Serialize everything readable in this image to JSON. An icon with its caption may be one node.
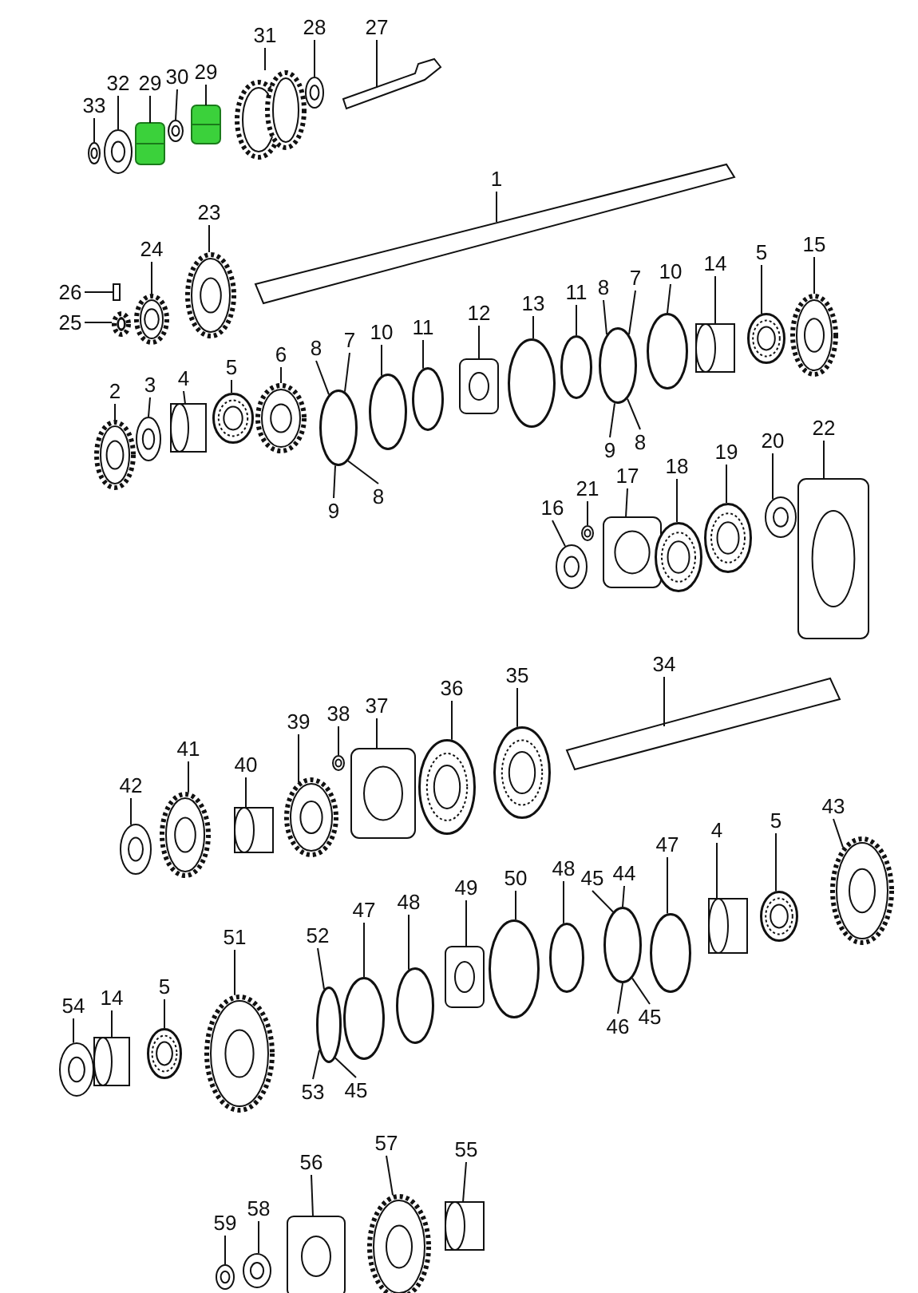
{
  "diagram": {
    "nodes": [
      {
        "text": [
          "33"
        ]
      },
      {
        "text": [
          "32"
        ]
      },
      {
        "text": [
          "29"
        ]
      },
      {
        "text": [
          "30"
        ]
      },
      {
        "text": [
          "29"
        ]
      },
      {
        "text": [
          "31"
        ]
      },
      {
        "text": [
          "28"
        ]
      },
      {
        "text": [
          "27"
        ]
      },
      {
        "text": [
          "1"
        ]
      },
      {
        "text": [
          "23"
        ]
      },
      {
        "text": [
          "24"
        ]
      },
      {
        "text": [
          "15"
        ]
      },
      {
        "text": [
          "26"
        ]
      },
      {
        "text": [
          "25"
        ]
      },
      {
        "text": [
          "5"
        ]
      },
      {
        "text": [
          "14"
        ]
      },
      {
        "text": [
          "10"
        ]
      },
      {
        "text": [
          "7"
        ]
      },
      {
        "text": [
          "8"
        ]
      },
      {
        "text": [
          "11"
        ]
      },
      {
        "text": [
          "13"
        ]
      },
      {
        "text": [
          "12"
        ]
      },
      {
        "text": [
          "2"
        ]
      },
      {
        "text": [
          "3"
        ]
      },
      {
        "text": [
          "4"
        ]
      },
      {
        "text": [
          "5"
        ]
      },
      {
        "text": [
          "6"
        ]
      },
      {
        "text": [
          "8"
        ]
      },
      {
        "text": [
          "7"
        ]
      },
      {
        "text": [
          "10"
        ]
      },
      {
        "text": [
          "11"
        ]
      },
      {
        "text": [
          "9"
        ]
      },
      {
        "text": [
          "8"
        ]
      },
      {
        "text": [
          "22"
        ]
      },
      {
        "text": [
          "20"
        ]
      },
      {
        "text": [
          "19"
        ]
      },
      {
        "text": [
          "18"
        ]
      },
      {
        "text": [
          "17"
        ]
      },
      {
        "text": [
          "21"
        ]
      },
      {
        "text": [
          "16"
        ]
      },
      {
        "text": [
          "9"
        ]
      },
      {
        "text": [
          "8"
        ]
      },
      {
        "text": [
          "34"
        ]
      },
      {
        "text": [
          "35"
        ]
      },
      {
        "text": [
          "36"
        ]
      },
      {
        "text": [
          "37"
        ]
      },
      {
        "text": [
          "38"
        ]
      },
      {
        "text": [
          "39"
        ]
      },
      {
        "text": [
          "41"
        ]
      },
      {
        "text": [
          "40"
        ]
      },
      {
        "text": [
          "42"
        ]
      },
      {
        "text": [
          "43"
        ]
      },
      {
        "text": [
          "47"
        ]
      },
      {
        "text": [
          "4"
        ]
      },
      {
        "text": [
          "5"
        ]
      },
      {
        "text": [
          "44"
        ]
      },
      {
        "text": [
          "45"
        ]
      },
      {
        "text": [
          "48"
        ]
      },
      {
        "text": [
          "50"
        ]
      },
      {
        "text": [
          "49"
        ]
      },
      {
        "text": [
          "48"
        ]
      },
      {
        "text": [
          "47"
        ]
      },
      {
        "text": [
          "52"
        ]
      },
      {
        "text": [
          "51"
        ]
      },
      {
        "text": [
          "54"
        ]
      },
      {
        "text": [
          "14"
        ]
      },
      {
        "text": [
          "5"
        ]
      },
      {
        "text": [
          "46"
        ]
      },
      {
        "text": [
          "45"
        ]
      },
      {
        "text": [
          "53"
        ]
      },
      {
        "text": [
          "45"
        ]
      },
      {
        "text": [
          "57"
        ]
      },
      {
        "text": [
          "56"
        ]
      },
      {
        "text": [
          "55"
        ]
      },
      {
        "text": [
          "58"
        ]
      },
      {
        "text": [
          "59"
        ]
      },
      {
        "text": [],
        "shape": "washer"
      },
      {
        "text": [],
        "shape": "washer"
      },
      {
        "text": [],
        "shape": "bearing"
      },
      {
        "text": [],
        "shape": "washer"
      },
      {
        "text": [],
        "shape": "bearing"
      },
      {
        "text": [],
        "shape": "gear"
      },
      {
        "text": [],
        "shape": "washer"
      },
      {
        "text": [],
        "shape": "shaft"
      },
      {
        "text": [],
        "shape": "shaft"
      },
      {
        "text": [],
        "shape": "gear"
      },
      {
        "text": [],
        "shape": "gear"
      },
      {
        "text": [],
        "shape": "pin"
      },
      {
        "text": [],
        "shape": "gear"
      },
      {
        "text": [],
        "shape": "gear"
      },
      {
        "text": [],
        "shape": "washer"
      },
      {
        "text": [],
        "shape": "sleeve"
      },
      {
        "text": [],
        "shape": "bearing"
      },
      {
        "text": [],
        "shape": "gear"
      },
      {
        "text": [],
        "shape": "ring"
      },
      {
        "text": [],
        "shape": "ring"
      },
      {
        "text": [],
        "shape": "ring"
      },
      {
        "text": [],
        "shape": "hub"
      },
      {
        "text": [],
        "shape": "ring"
      },
      {
        "text": [],
        "shape": "ring"
      },
      {
        "text": [],
        "shape": "ring"
      },
      {
        "text": [],
        "shape": "ring"
      },
      {
        "text": [],
        "shape": "sleeve"
      },
      {
        "text": [],
        "shape": "bearing"
      },
      {
        "text": [],
        "shape": "gear"
      },
      {
        "text": [],
        "shape": "washer"
      },
      {
        "text": [],
        "shape": "nut"
      },
      {
        "text": [],
        "shape": "flange"
      },
      {
        "text": [],
        "shape": "bearing"
      },
      {
        "text": [],
        "shape": "bearing"
      },
      {
        "text": [],
        "shape": "nut"
      },
      {
        "text": [],
        "shape": "gasket"
      },
      {
        "text": [],
        "shape": "shaft"
      },
      {
        "text": [],
        "shape": "washer"
      },
      {
        "text": [],
        "shape": "gear"
      },
      {
        "text": [],
        "shape": "sleeve"
      },
      {
        "text": [],
        "shape": "gear"
      },
      {
        "text": [],
        "shape": "nut"
      },
      {
        "text": [],
        "shape": "flange"
      },
      {
        "text": [],
        "shape": "bearing"
      },
      {
        "text": [],
        "shape": "bearing"
      },
      {
        "text": [],
        "shape": "gear"
      },
      {
        "text": [],
        "shape": "bearing"
      },
      {
        "text": [],
        "shape": "sleeve"
      },
      {
        "text": [],
        "shape": "ring"
      },
      {
        "text": [],
        "shape": "ring"
      },
      {
        "text": [],
        "shape": "ring"
      },
      {
        "text": [],
        "shape": "ring"
      },
      {
        "text": [],
        "shape": "hub"
      },
      {
        "text": [],
        "shape": "ring"
      },
      {
        "text": [],
        "shape": "ring"
      },
      {
        "text": [],
        "shape": "ring"
      },
      {
        "text": [],
        "shape": "gear"
      },
      {
        "text": [],
        "shape": "bearing"
      },
      {
        "text": [],
        "shape": "sleeve"
      },
      {
        "text": [],
        "shape": "washer"
      },
      {
        "text": [],
        "shape": "nut"
      },
      {
        "text": [],
        "shape": "nut"
      },
      {
        "text": [],
        "shape": "hub"
      },
      {
        "text": [],
        "shape": "gear"
      },
      {
        "text": [],
        "shape": "sleeve"
      }
    ],
    "edges": [
      {
        "from": 0,
        "to": 76,
        "arrow": "none"
      },
      {
        "from": 1,
        "to": 77,
        "arrow": "none"
      },
      {
        "from": 2,
        "to": 78,
        "arrow": "none"
      },
      {
        "from": 3,
        "to": 79,
        "arrow": "none"
      },
      {
        "from": 4,
        "to": 80,
        "arrow": "none"
      },
      {
        "from": 5,
        "to": 81,
        "arrow": "none"
      },
      {
        "from": 6,
        "to": 82,
        "arrow": "none"
      },
      {
        "from": 7,
        "to": 83,
        "arrow": "none"
      },
      {
        "from": 8,
        "to": 84,
        "arrow": "none"
      },
      {
        "from": 9,
        "to": 85,
        "arrow": "none"
      },
      {
        "from": 10,
        "to": 86,
        "arrow": "none"
      },
      {
        "from": 11,
        "to": 104,
        "arrow": "none"
      },
      {
        "from": 12,
        "to": 87,
        "arrow": "none"
      },
      {
        "from": 13,
        "to": 88,
        "arrow": "none"
      },
      {
        "from": 14,
        "to": 103,
        "arrow": "none"
      },
      {
        "from": 15,
        "to": 102,
        "arrow": "none"
      },
      {
        "from": 16,
        "to": 101,
        "arrow": "none"
      },
      {
        "from": 17,
        "to": 100,
        "arrow": "none"
      },
      {
        "from": 18,
        "to": 100,
        "arrow": "none"
      },
      {
        "from": 19,
        "to": 99,
        "arrow": "none"
      },
      {
        "from": 20,
        "to": 98,
        "arrow": "none"
      },
      {
        "from": 21,
        "to": 97,
        "arrow": "none"
      },
      {
        "from": 22,
        "to": 89,
        "arrow": "none"
      },
      {
        "from": 23,
        "to": 90,
        "arrow": "none"
      },
      {
        "from": 24,
        "to": 91,
        "arrow": "none"
      },
      {
        "from": 25,
        "to": 92,
        "arrow": "none"
      },
      {
        "from": 26,
        "to": 93,
        "arrow": "none"
      },
      {
        "from": 27,
        "to": 94,
        "arrow": "none"
      },
      {
        "from": 28,
        "to": 94,
        "arrow": "none"
      },
      {
        "from": 29,
        "to": 95,
        "arrow": "none"
      },
      {
        "from": 30,
        "to": 96,
        "arrow": "none"
      },
      {
        "from": 31,
        "to": 100,
        "arrow": "none"
      },
      {
        "from": 32,
        "to": 100,
        "arrow": "none"
      },
      {
        "from": 33,
        "to": 111,
        "arrow": "none"
      },
      {
        "from": 34,
        "to": 110,
        "arrow": "none"
      },
      {
        "from": 35,
        "to": 109,
        "arrow": "none"
      },
      {
        "from": 36,
        "to": 108,
        "arrow": "none"
      },
      {
        "from": 37,
        "to": 107,
        "arrow": "none"
      },
      {
        "from": 38,
        "to": 106,
        "arrow": "none"
      },
      {
        "from": 39,
        "to": 105,
        "arrow": "none"
      },
      {
        "from": 40,
        "to": 94,
        "arrow": "none"
      },
      {
        "from": 41,
        "to": 94,
        "arrow": "none"
      },
      {
        "from": 42,
        "to": 112,
        "arrow": "none"
      },
      {
        "from": 43,
        "to": 120,
        "arrow": "none"
      },
      {
        "from": 44,
        "to": 119,
        "arrow": "none"
      },
      {
        "from": 45,
        "to": 118,
        "arrow": "none"
      },
      {
        "from": 46,
        "to": 117,
        "arrow": "none"
      },
      {
        "from": 47,
        "to": 116,
        "arrow": "none"
      },
      {
        "from": 48,
        "to": 114,
        "arrow": "none"
      },
      {
        "from": 49,
        "to": 115,
        "arrow": "none"
      },
      {
        "from": 50,
        "to": 113,
        "arrow": "none"
      },
      {
        "from": 51,
        "to": 121,
        "arrow": "none"
      },
      {
        "from": 52,
        "to": 124,
        "arrow": "none"
      },
      {
        "from": 53,
        "to": 123,
        "arrow": "none"
      },
      {
        "from": 54,
        "to": 122,
        "arrow": "none"
      },
      {
        "from": 55,
        "to": 125,
        "arrow": "none"
      },
      {
        "from": 56,
        "to": 125,
        "arrow": "none"
      },
      {
        "from": 57,
        "to": 126,
        "arrow": "none"
      },
      {
        "from": 58,
        "to": 127,
        "arrow": "none"
      },
      {
        "from": 59,
        "to": 128,
        "arrow": "none"
      },
      {
        "from": 60,
        "to": 129,
        "arrow": "none"
      },
      {
        "from": 61,
        "to": 130,
        "arrow": "none"
      },
      {
        "from": 62,
        "to": 131,
        "arrow": "none"
      },
      {
        "from": 63,
        "to": 132,
        "arrow": "none"
      },
      {
        "from": 64,
        "to": 135,
        "arrow": "none"
      },
      {
        "from": 65,
        "to": 134,
        "arrow": "none"
      },
      {
        "from": 66,
        "to": 133,
        "arrow": "none"
      },
      {
        "from": 67,
        "to": 125,
        "arrow": "none"
      },
      {
        "from": 68,
        "to": 125,
        "arrow": "none"
      },
      {
        "from": 69,
        "to": 131,
        "arrow": "none"
      },
      {
        "from": 70,
        "to": 131,
        "arrow": "none"
      },
      {
        "from": 71,
        "to": 139,
        "arrow": "none"
      },
      {
        "from": 72,
        "to": 138,
        "arrow": "none"
      },
      {
        "from": 73,
        "to": 140,
        "arrow": "none"
      },
      {
        "from": 74,
        "to": 137,
        "arrow": "none"
      },
      {
        "from": 75,
        "to": 136,
        "arrow": "none"
      }
    ]
  }
}
